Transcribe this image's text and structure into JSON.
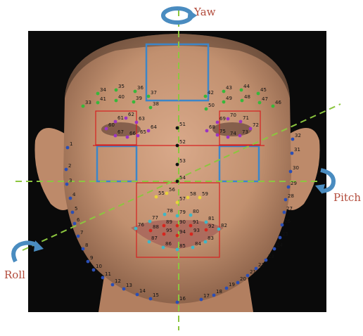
{
  "labels": {
    "yaw": "Yaw",
    "pitch": "Pitch",
    "roll": "Roll"
  },
  "colors": {
    "background": "#ffffff",
    "photo_bg": "#0a0a0a",
    "skin": "#c99878",
    "box_blue": "#3d86c8",
    "box_red": "#d62020",
    "axis_green": "#8cc63f",
    "rotation_arrow": "#4a8cc0",
    "label_text": "#b24a3a",
    "jaw_points": "#2b4fb5",
    "brow_points": "#37b83a",
    "eye_points": "#9b35c2",
    "nose_points": "#e8d23a",
    "lip_outer_points": "#3fb7c6",
    "lip_inner_points": "#d7261e",
    "center_points": "#111111"
  },
  "landmarks": {
    "jaw": [
      "1",
      "2",
      "3",
      "4",
      "5",
      "6",
      "7",
      "8",
      "9",
      "10",
      "11",
      "12",
      "13",
      "14",
      "15",
      "16",
      "17",
      "18",
      "19",
      "20",
      "21",
      "22",
      "23",
      "24",
      "25",
      "26",
      "27",
      "28",
      "29",
      "30",
      "31",
      "32"
    ],
    "brows": [
      "33",
      "34",
      "35",
      "36",
      "37",
      "38",
      "39",
      "40",
      "41",
      "42",
      "43",
      "44",
      "45",
      "46",
      "47",
      "48",
      "49",
      "50"
    ],
    "eyes": [
      "60",
      "61",
      "62",
      "63",
      "64",
      "65",
      "66",
      "67",
      "68",
      "69",
      "70",
      "71",
      "72",
      "73",
      "74",
      "75"
    ],
    "nose_center": [
      "51",
      "52",
      "53",
      "54"
    ],
    "nose_base": [
      "55",
      "56",
      "57",
      "58",
      "59"
    ],
    "mouth_outer": [
      "76",
      "77",
      "78",
      "79",
      "80",
      "81",
      "82",
      "83",
      "84",
      "85",
      "86",
      "87"
    ],
    "mouth_inner": [
      "88",
      "89",
      "90",
      "91",
      "92",
      "93",
      "94",
      "95"
    ]
  }
}
